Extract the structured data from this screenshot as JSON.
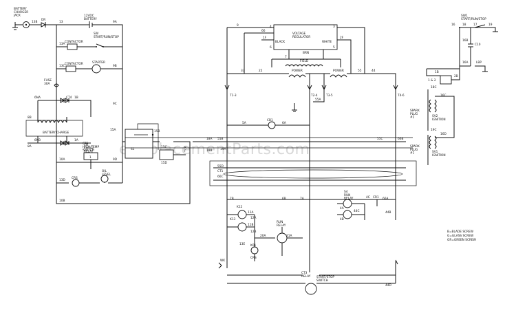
{
  "watermark": "eReplacementParts.com",
  "labels": {
    "battery_charger_jack": "BATTERY\nCHARGER\nJACK",
    "jack_wire": "13B",
    "dbat": "DR",
    "w13": "13",
    "w13a": "13A",
    "w13c": "13C",
    "w13d": "13D",
    "battery_12v": "12VDC\nBATTERY",
    "run_run": "SW\nSTART/RUN/STOP",
    "contactor_top": "CONTACTOR",
    "contactor_mid": "CONTACTOR",
    "starter": "STARTER",
    "fuse": "FUSE\n30A",
    "battery_charge": "BATTERY CHARGE",
    "w6a": "6NA",
    "w6b": "6NB",
    "w9a": "9A",
    "w9b": "9B",
    "w9c": "9C",
    "w9d": "9D",
    "cr_relay": "CR\nCLOSE\nRELAY",
    "w1b": "1B",
    "w1a": "1A",
    "w1": "1",
    "w8b": "8B",
    "w8a": "8A",
    "w10a": "10A",
    "w10b": "10B",
    "ct4": "CT4",
    "cts": "CTS\nHIGH TEMP\nSWITCH",
    "oil_level": "OIL\nLEVEL",
    "crs": "CRS",
    "w15a": "15A",
    "w15b": "15B",
    "w15c": "15C",
    "w15d": "15D",
    "w18a": "18A",
    "w18b": "18B",
    "w19a": "19A",
    "s1": "S1",
    "voltage_regulator": "VOLTAGE\nREGULATOR",
    "black": "BLACK",
    "white": "WHITE",
    "brn": "BRN",
    "field": "FIELD",
    "power1": "POWER",
    "power2": "POWER",
    "w9": "9",
    "w66": "66",
    "w1f": "1F",
    "w2f": "2F",
    "w4": "4",
    "w6": "6",
    "w3": "3",
    "w5": "5",
    "w7": "7",
    "w33": "33",
    "w44": "44",
    "w22": "22",
    "w55": "55",
    "t1": "T1-3",
    "t2": "T2-4",
    "t3": "T3-5",
    "t4": "T4-6",
    "w55a": "55A",
    "w66b": "66B",
    "w55b": "55B",
    "w55c": "55C",
    "w55d": "55D",
    "w66c": "66C",
    "rf": "R\nF",
    "cb1": "CB1",
    "ct1": "CT1",
    "w5a": "5A",
    "w6a2": "6A",
    "w6b2": "6B",
    "w66a": "66A",
    "s_s": "S4\nRUN\nRELAY",
    "w44b": "44B",
    "w44c": "44C",
    "w4a": "4A",
    "w4b": "4B",
    "w4c": "4C",
    "cr1": "CR1",
    "w7a": "7A",
    "w7b": "7B",
    "w11a": "11A",
    "w11b": "11B",
    "k12": "K12",
    "k13": "K13",
    "w12a": "12A",
    "w12b": "12B",
    "run_relay": "RUN\nRELAY",
    "ko1": "K01",
    "w13e": "13E",
    "w21a": "21A",
    "w20a": "20A",
    "crs2": "CRS",
    "ct3": "CT3\nRELAY",
    "wk": "WK",
    "w44d": "44D",
    "start_stop": "START/STOP\nSWITCH",
    "sw_right": "SW1\nSTART/RUN/STOP",
    "w18": "18",
    "w19": "19",
    "w17": "17",
    "w16": "16",
    "lp": "LBP",
    "c10": "C10",
    "w16a": "16A",
    "w16b": "16B",
    "w1b2": "1B",
    "w2b": "2B",
    "tb": "1 & 2",
    "w18c": "18C",
    "w19c": "19C",
    "spark_plug1": "SPARK\nPLUG\n#2",
    "spark_plug2": "SPARK\nPLUG\n#1",
    "ignition1": "SV2\nIGNITION",
    "ignition2": "SV1\nIGNITION",
    "w16c": "16C",
    "w16d": "16D",
    "legend1": "B=BLADE SCREW",
    "legend2": "G=GLASS SCREW",
    "legend3": "GR=GREEN SCREW"
  }
}
